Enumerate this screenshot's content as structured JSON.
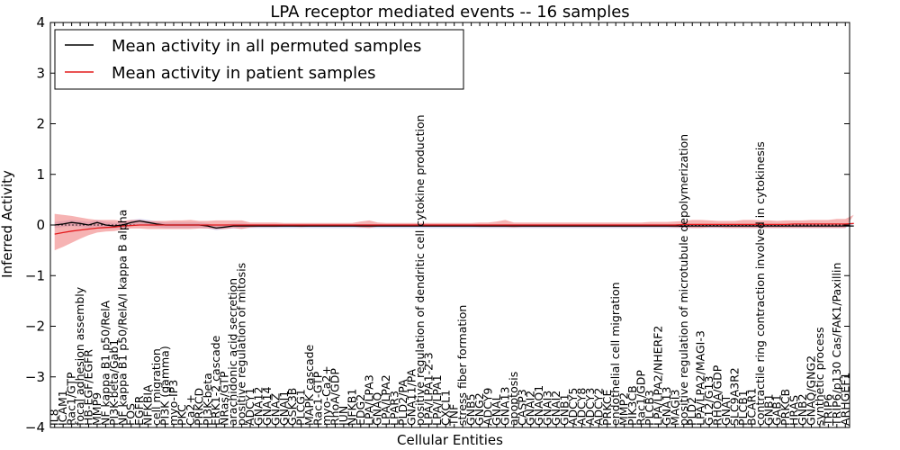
{
  "chart_data": {
    "type": "line",
    "title": "LPA receptor mediated events -- 16 samples",
    "xlabel": "Cellular Entities",
    "ylabel": "Inferred Activity",
    "ylim": [
      -4,
      4
    ],
    "yticks": [
      -4,
      -3,
      -2,
      -1,
      0,
      1,
      2,
      3,
      4
    ],
    "legend": {
      "placement": "top-left",
      "entries": [
        {
          "label": "Mean activity in all permuted samples",
          "color": "#000000"
        },
        {
          "label": "Mean activity in patient samples",
          "color": "#e31a1c"
        }
      ]
    },
    "colors": {
      "patient_line": "#e31a1c",
      "patient_band": "#f08080",
      "permuted_line": "#000000",
      "permuted_band": "#b3b3e6"
    },
    "categories": [
      "IL8",
      "ICAM1",
      "Rac1/GTP",
      "focal adhesion assembly",
      "HB-EGF/EGFR",
      "MMP9",
      "NF kappa B1 p50/RelA",
      "PI3K-beta/Gab1",
      "NF kappa B1 p50/RelA/I kappa B alpha",
      "FOS",
      "EGFR",
      "NFKBIA",
      "cell migration",
      "PI3K (gamma)",
      "myo-IP3",
      "PKC",
      "Ca2+",
      "PRKCD",
      "PI3K-beta",
      "ERK1-2 cascade",
      "NRas/GTP",
      "arachidonic acid secretion",
      "positive regulation of mitosis",
      "ADCY1",
      "GNA12",
      "GNA14",
      "GNAZ",
      "GNAI1",
      "GSK3B",
      "PLCG1",
      "MAPK cascade",
      "Rac1-GTP",
      "myo-Ca2+",
      "RhoA/GDP",
      "JUN",
      "NFKB1",
      "EDG2",
      "LPA/LPA3",
      "GNAQ",
      "LPA/LPA2",
      "LPAR3",
      "PLD2/PA",
      "GNA11/PA",
      "positive regulation of dendritic cell cytokine production",
      "LPA/LPA1-2-3",
      "LPA/LPA1",
      "CXCL1",
      "TNF",
      "stress fiber formation",
      "GNB5",
      "GNG2",
      "ADCY9",
      "GNAL",
      "GNA13",
      "apoptosis",
      "CASP3",
      "GNAI2",
      "GNAO1",
      "GNAI3",
      "GNAI2",
      "GNB1",
      "ADCY5",
      "ADCY8",
      "ADCY3",
      "ADCY2",
      "PRKCE",
      "endothelial cell migration",
      "MMP2",
      "PIK3CB",
      "Rac1/GDP",
      "PLCB3",
      "LPA/LPA2/NHERF2",
      "GNA13",
      "MAGI3",
      "positive regulation of microtubule depolymerization",
      "PLD2",
      "LPA/LPA2/MAGI-3",
      "G12/G13",
      "RHOA/GDP",
      "GNAT",
      "SLC9A3R2",
      "PLCB1",
      "BCAR1",
      "contractile ring contraction involved in cytokinesis",
      "GNB1",
      "GAB1",
      "PRKCB",
      "HRAS",
      "GNB2",
      "GNAQ/GNG2",
      "synthetic process",
      "TRIP6",
      "TRIP6/p130 Cas/FAK1/Paxillin",
      "ARHGEF1"
    ],
    "series": [
      {
        "name": "Mean activity in patient samples",
        "values": [
          -0.18,
          -0.15,
          -0.12,
          -0.1,
          -0.08,
          -0.06,
          -0.05,
          -0.04,
          -0.02,
          -0.01,
          0.0,
          0.0,
          0.0,
          0.0,
          0.0,
          0.0,
          0.0,
          0.0,
          0.0,
          0.0,
          0.0,
          0.0,
          0.0,
          0.0,
          0.0,
          0.0,
          0.0,
          0.0,
          0.0,
          0.0,
          0.0,
          0.0,
          0.0,
          0.0,
          0.0,
          0.0,
          0.0,
          0.0,
          0.0,
          0.0,
          0.0,
          0.0,
          0.0,
          0.0,
          0.0,
          0.0,
          0.0,
          0.0,
          0.0,
          0.0,
          0.0,
          0.0,
          0.0,
          0.0,
          0.0,
          0.0,
          0.0,
          0.0,
          0.0,
          0.0,
          0.0,
          0.0,
          0.0,
          0.0,
          0.0,
          0.0,
          0.0,
          0.0,
          0.0,
          0.0,
          0.0,
          0.0,
          0.0,
          0.0,
          0.01,
          0.01,
          0.01,
          0.01,
          0.01,
          0.01,
          0.01,
          0.01,
          0.01,
          0.01,
          0.01,
          0.01,
          0.01,
          0.02,
          0.02,
          0.02,
          0.02,
          0.02,
          0.02,
          0.02,
          0.03
        ],
        "band_low": [
          -0.5,
          -0.43,
          -0.35,
          -0.27,
          -0.2,
          -0.15,
          -0.13,
          -0.12,
          -0.09,
          -0.07,
          -0.07,
          -0.08,
          -0.08,
          -0.08,
          -0.08,
          -0.08,
          -0.08,
          -0.07,
          -0.07,
          -0.08,
          -0.08,
          -0.06,
          -0.08,
          -0.05,
          -0.04,
          -0.04,
          -0.04,
          -0.03,
          -0.03,
          -0.04,
          -0.03,
          -0.03,
          -0.03,
          -0.03,
          -0.03,
          -0.03,
          -0.05,
          -0.06,
          -0.03,
          -0.03,
          -0.03,
          -0.03,
          -0.03,
          -0.03,
          -0.03,
          -0.03,
          -0.03,
          -0.03,
          -0.03,
          -0.03,
          -0.04,
          -0.04,
          -0.04,
          -0.04,
          -0.05,
          -0.04,
          -0.04,
          -0.04,
          -0.04,
          -0.04,
          -0.04,
          -0.04,
          -0.04,
          -0.04,
          -0.04,
          -0.04,
          -0.04,
          -0.04,
          -0.04,
          -0.04,
          -0.04,
          -0.04,
          -0.04,
          -0.05,
          -0.05,
          -0.06,
          -0.06,
          -0.05,
          -0.05,
          -0.06,
          -0.06,
          -0.06,
          -0.06,
          -0.06,
          -0.06,
          -0.06,
          -0.06,
          -0.06,
          -0.06,
          -0.06,
          -0.06,
          -0.06,
          -0.06,
          -0.06,
          -0.1
        ],
        "band_high": [
          0.22,
          0.2,
          0.18,
          0.15,
          0.12,
          0.1,
          0.1,
          0.1,
          0.08,
          0.1,
          0.1,
          0.08,
          0.08,
          0.08,
          0.09,
          0.09,
          0.1,
          0.08,
          0.08,
          0.09,
          0.09,
          0.09,
          0.09,
          0.05,
          0.05,
          0.05,
          0.05,
          0.04,
          0.04,
          0.04,
          0.04,
          0.04,
          0.04,
          0.04,
          0.04,
          0.04,
          0.07,
          0.09,
          0.05,
          0.04,
          0.04,
          0.04,
          0.04,
          0.04,
          0.04,
          0.04,
          0.04,
          0.04,
          0.04,
          0.04,
          0.05,
          0.05,
          0.07,
          0.1,
          0.05,
          0.05,
          0.05,
          0.05,
          0.05,
          0.05,
          0.05,
          0.05,
          0.05,
          0.05,
          0.05,
          0.05,
          0.05,
          0.05,
          0.05,
          0.05,
          0.06,
          0.06,
          0.06,
          0.07,
          0.08,
          0.1,
          0.1,
          0.09,
          0.08,
          0.08,
          0.08,
          0.1,
          0.1,
          0.09,
          0.09,
          0.08,
          0.09,
          0.09,
          0.09,
          0.1,
          0.1,
          0.1,
          0.12,
          0.12,
          0.2
        ]
      },
      {
        "name": "Mean activity in all permuted samples",
        "values": [
          0.0,
          0.02,
          0.05,
          0.03,
          0.0,
          0.05,
          0.0,
          -0.02,
          0.0,
          0.05,
          0.08,
          0.05,
          0.02,
          0.0,
          0.0,
          0.0,
          0.0,
          0.0,
          -0.02,
          -0.06,
          -0.04,
          -0.02,
          -0.02,
          -0.02,
          -0.02,
          -0.02,
          -0.02,
          -0.02,
          -0.02,
          -0.02,
          -0.02,
          -0.02,
          -0.02,
          -0.02,
          -0.02,
          -0.02,
          -0.02,
          -0.02,
          -0.02,
          -0.02,
          -0.02,
          -0.02,
          -0.02,
          -0.02,
          -0.02,
          -0.02,
          -0.02,
          -0.02,
          -0.02,
          -0.02,
          -0.02,
          -0.02,
          -0.02,
          -0.02,
          -0.02,
          -0.02,
          -0.02,
          -0.02,
          -0.02,
          -0.02,
          -0.02,
          -0.02,
          -0.02,
          -0.02,
          -0.02,
          -0.02,
          -0.02,
          -0.02,
          -0.02,
          -0.02,
          -0.02,
          -0.02,
          -0.02,
          -0.02,
          -0.02,
          -0.02,
          -0.02,
          -0.02,
          -0.02,
          -0.02,
          -0.02,
          -0.02,
          -0.02,
          -0.02,
          -0.02,
          -0.02,
          -0.02,
          -0.02,
          -0.02,
          -0.02,
          -0.02,
          -0.02,
          -0.02,
          -0.02,
          -0.02
        ],
        "band_low": [
          -0.06,
          -0.04,
          -0.02,
          -0.04,
          -0.06,
          -0.03,
          -0.06,
          -0.07,
          -0.06,
          -0.02,
          0.0,
          -0.02,
          -0.04,
          -0.06,
          -0.06,
          -0.06,
          -0.06,
          -0.06,
          -0.07,
          -0.1,
          -0.08,
          -0.07,
          -0.07,
          -0.06,
          -0.06,
          -0.06,
          -0.06,
          -0.06,
          -0.06,
          -0.06,
          -0.06,
          -0.06,
          -0.06,
          -0.06,
          -0.06,
          -0.06,
          -0.06,
          -0.06,
          -0.06,
          -0.06,
          -0.06,
          -0.06,
          -0.06,
          -0.06,
          -0.06,
          -0.06,
          -0.06,
          -0.06,
          -0.06,
          -0.06,
          -0.06,
          -0.06,
          -0.06,
          -0.06,
          -0.06,
          -0.06,
          -0.06,
          -0.06,
          -0.06,
          -0.06,
          -0.06,
          -0.06,
          -0.06,
          -0.06,
          -0.06,
          -0.06,
          -0.06,
          -0.06,
          -0.06,
          -0.06,
          -0.06,
          -0.06,
          -0.06,
          -0.06,
          -0.06,
          -0.06,
          -0.06,
          -0.06,
          -0.06,
          -0.06,
          -0.06,
          -0.06,
          -0.06,
          -0.06,
          -0.06,
          -0.06,
          -0.06,
          -0.06,
          -0.06,
          -0.06,
          -0.06,
          -0.06,
          -0.06,
          -0.06,
          -0.06
        ],
        "band_high": [
          0.06,
          0.08,
          0.1,
          0.08,
          0.06,
          0.1,
          0.06,
          0.04,
          0.06,
          0.1,
          0.12,
          0.1,
          0.07,
          0.05,
          0.05,
          0.05,
          0.05,
          0.05,
          0.03,
          -0.01,
          0.01,
          0.03,
          0.03,
          0.02,
          0.02,
          0.02,
          0.02,
          0.02,
          0.02,
          0.02,
          0.02,
          0.02,
          0.02,
          0.02,
          0.02,
          0.02,
          0.02,
          0.02,
          0.02,
          0.02,
          0.02,
          0.02,
          0.02,
          0.02,
          0.02,
          0.02,
          0.02,
          0.02,
          0.02,
          0.02,
          0.02,
          0.02,
          0.02,
          0.02,
          0.02,
          0.02,
          0.02,
          0.02,
          0.02,
          0.02,
          0.02,
          0.02,
          0.02,
          0.02,
          0.02,
          0.02,
          0.02,
          0.02,
          0.02,
          0.02,
          0.02,
          0.02,
          0.02,
          0.02,
          0.02,
          0.02,
          0.02,
          0.02,
          0.02,
          0.02,
          0.02,
          0.02,
          0.02,
          0.02,
          0.02,
          0.02,
          0.02,
          0.02,
          0.02,
          0.02,
          0.02,
          0.02,
          0.02,
          0.02,
          0.02
        ]
      }
    ],
    "zero_reference_line": 0,
    "grid": false
  }
}
